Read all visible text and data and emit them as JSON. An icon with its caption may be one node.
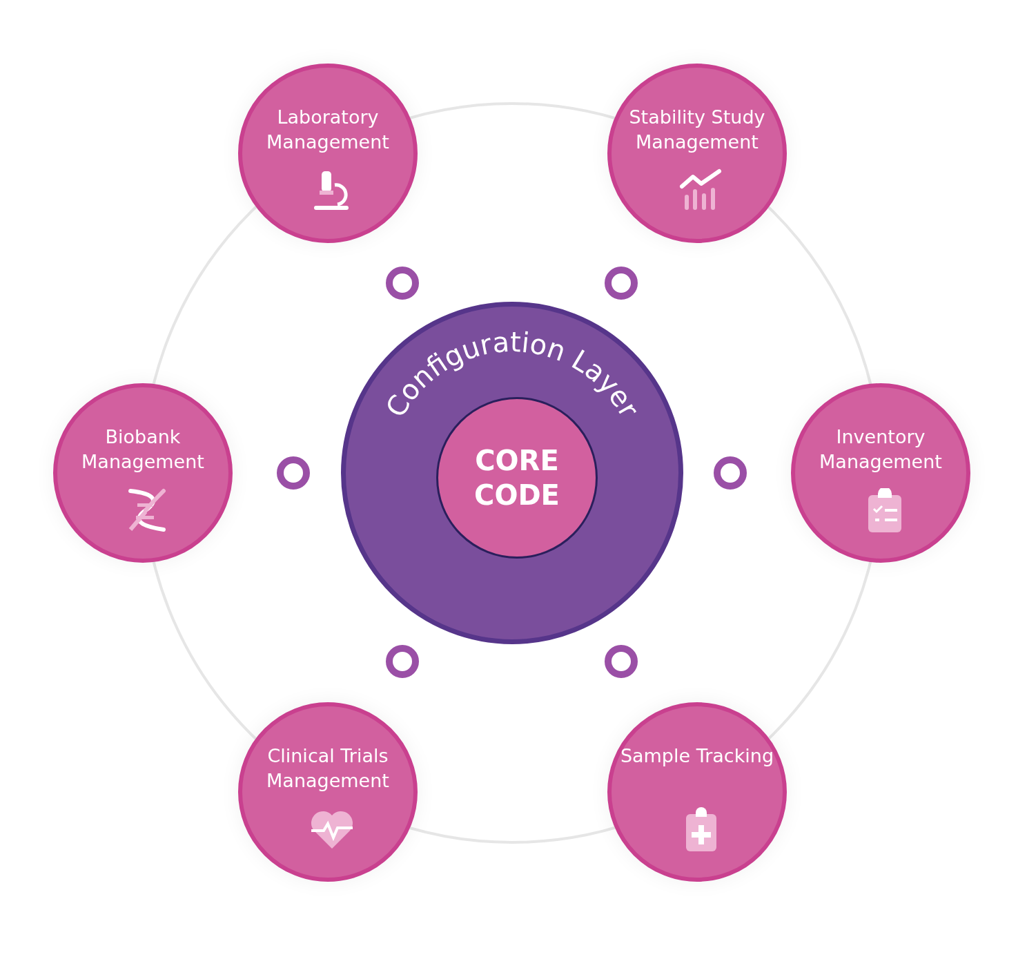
{
  "diagram": {
    "nodes": [
      {
        "text": [
          "Configuration Layer"
        ]
      },
      {
        "text": [
          "CORE CODE"
        ],
        "in": 0
      },
      {
        "text": [
          "Laboratory Management"
        ]
      },
      {
        "text": [
          "Stability Study Management"
        ]
      },
      {
        "text": [
          "Biobank Management"
        ]
      },
      {
        "text": [
          "Inventory Management"
        ]
      },
      {
        "text": [
          "Clinical Trials Management"
        ]
      },
      {
        "text": [
          "Sample Tracking"
        ]
      }
    ]
  }
}
